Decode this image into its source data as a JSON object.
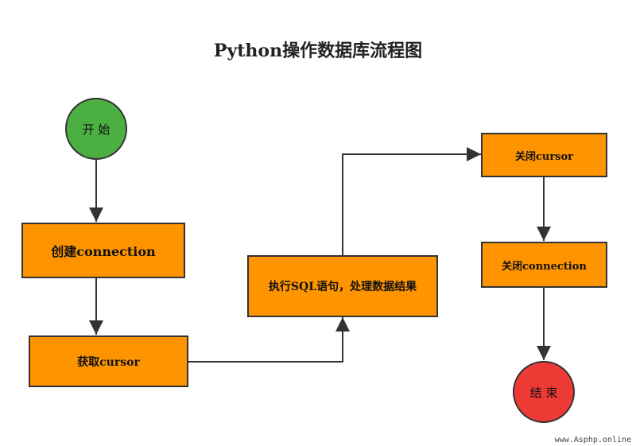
{
  "title": "Python操作数据库流程图",
  "nodes": {
    "start": "开 始",
    "create_connection": "创建connection",
    "get_cursor": "获取cursor",
    "execute_sql": "执行SQL语句，处理数据结果",
    "close_cursor": "关闭cursor",
    "close_connection": "关闭connection",
    "end": "结 束"
  },
  "colors": {
    "process": "#fe9400",
    "start": "#4caf42",
    "end": "#ee3a34",
    "line": "#333333"
  },
  "watermark": "www.Asphp.online"
}
